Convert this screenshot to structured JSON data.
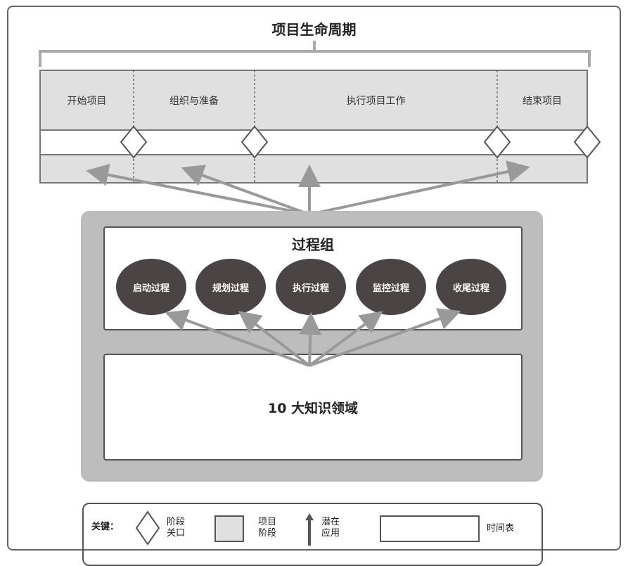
{
  "title": "项目生命周期",
  "phases": [
    "开始项目",
    "组织与准备",
    "执行项目工作",
    "结束项目"
  ],
  "process_group": {
    "title": "过程组",
    "processes": [
      "启动过程",
      "规划过程",
      "执行过程",
      "监控过程",
      "收尾过程"
    ]
  },
  "knowledge_areas": "10 大知识领域",
  "legend": {
    "key_label": "关键：",
    "gate_line1": "阶段",
    "gate_line2": "关口",
    "phase_line1": "项目",
    "phase_line2": "阶段",
    "usage_line1": "潜在",
    "usage_line2": "应用",
    "timeline": "时间表"
  }
}
